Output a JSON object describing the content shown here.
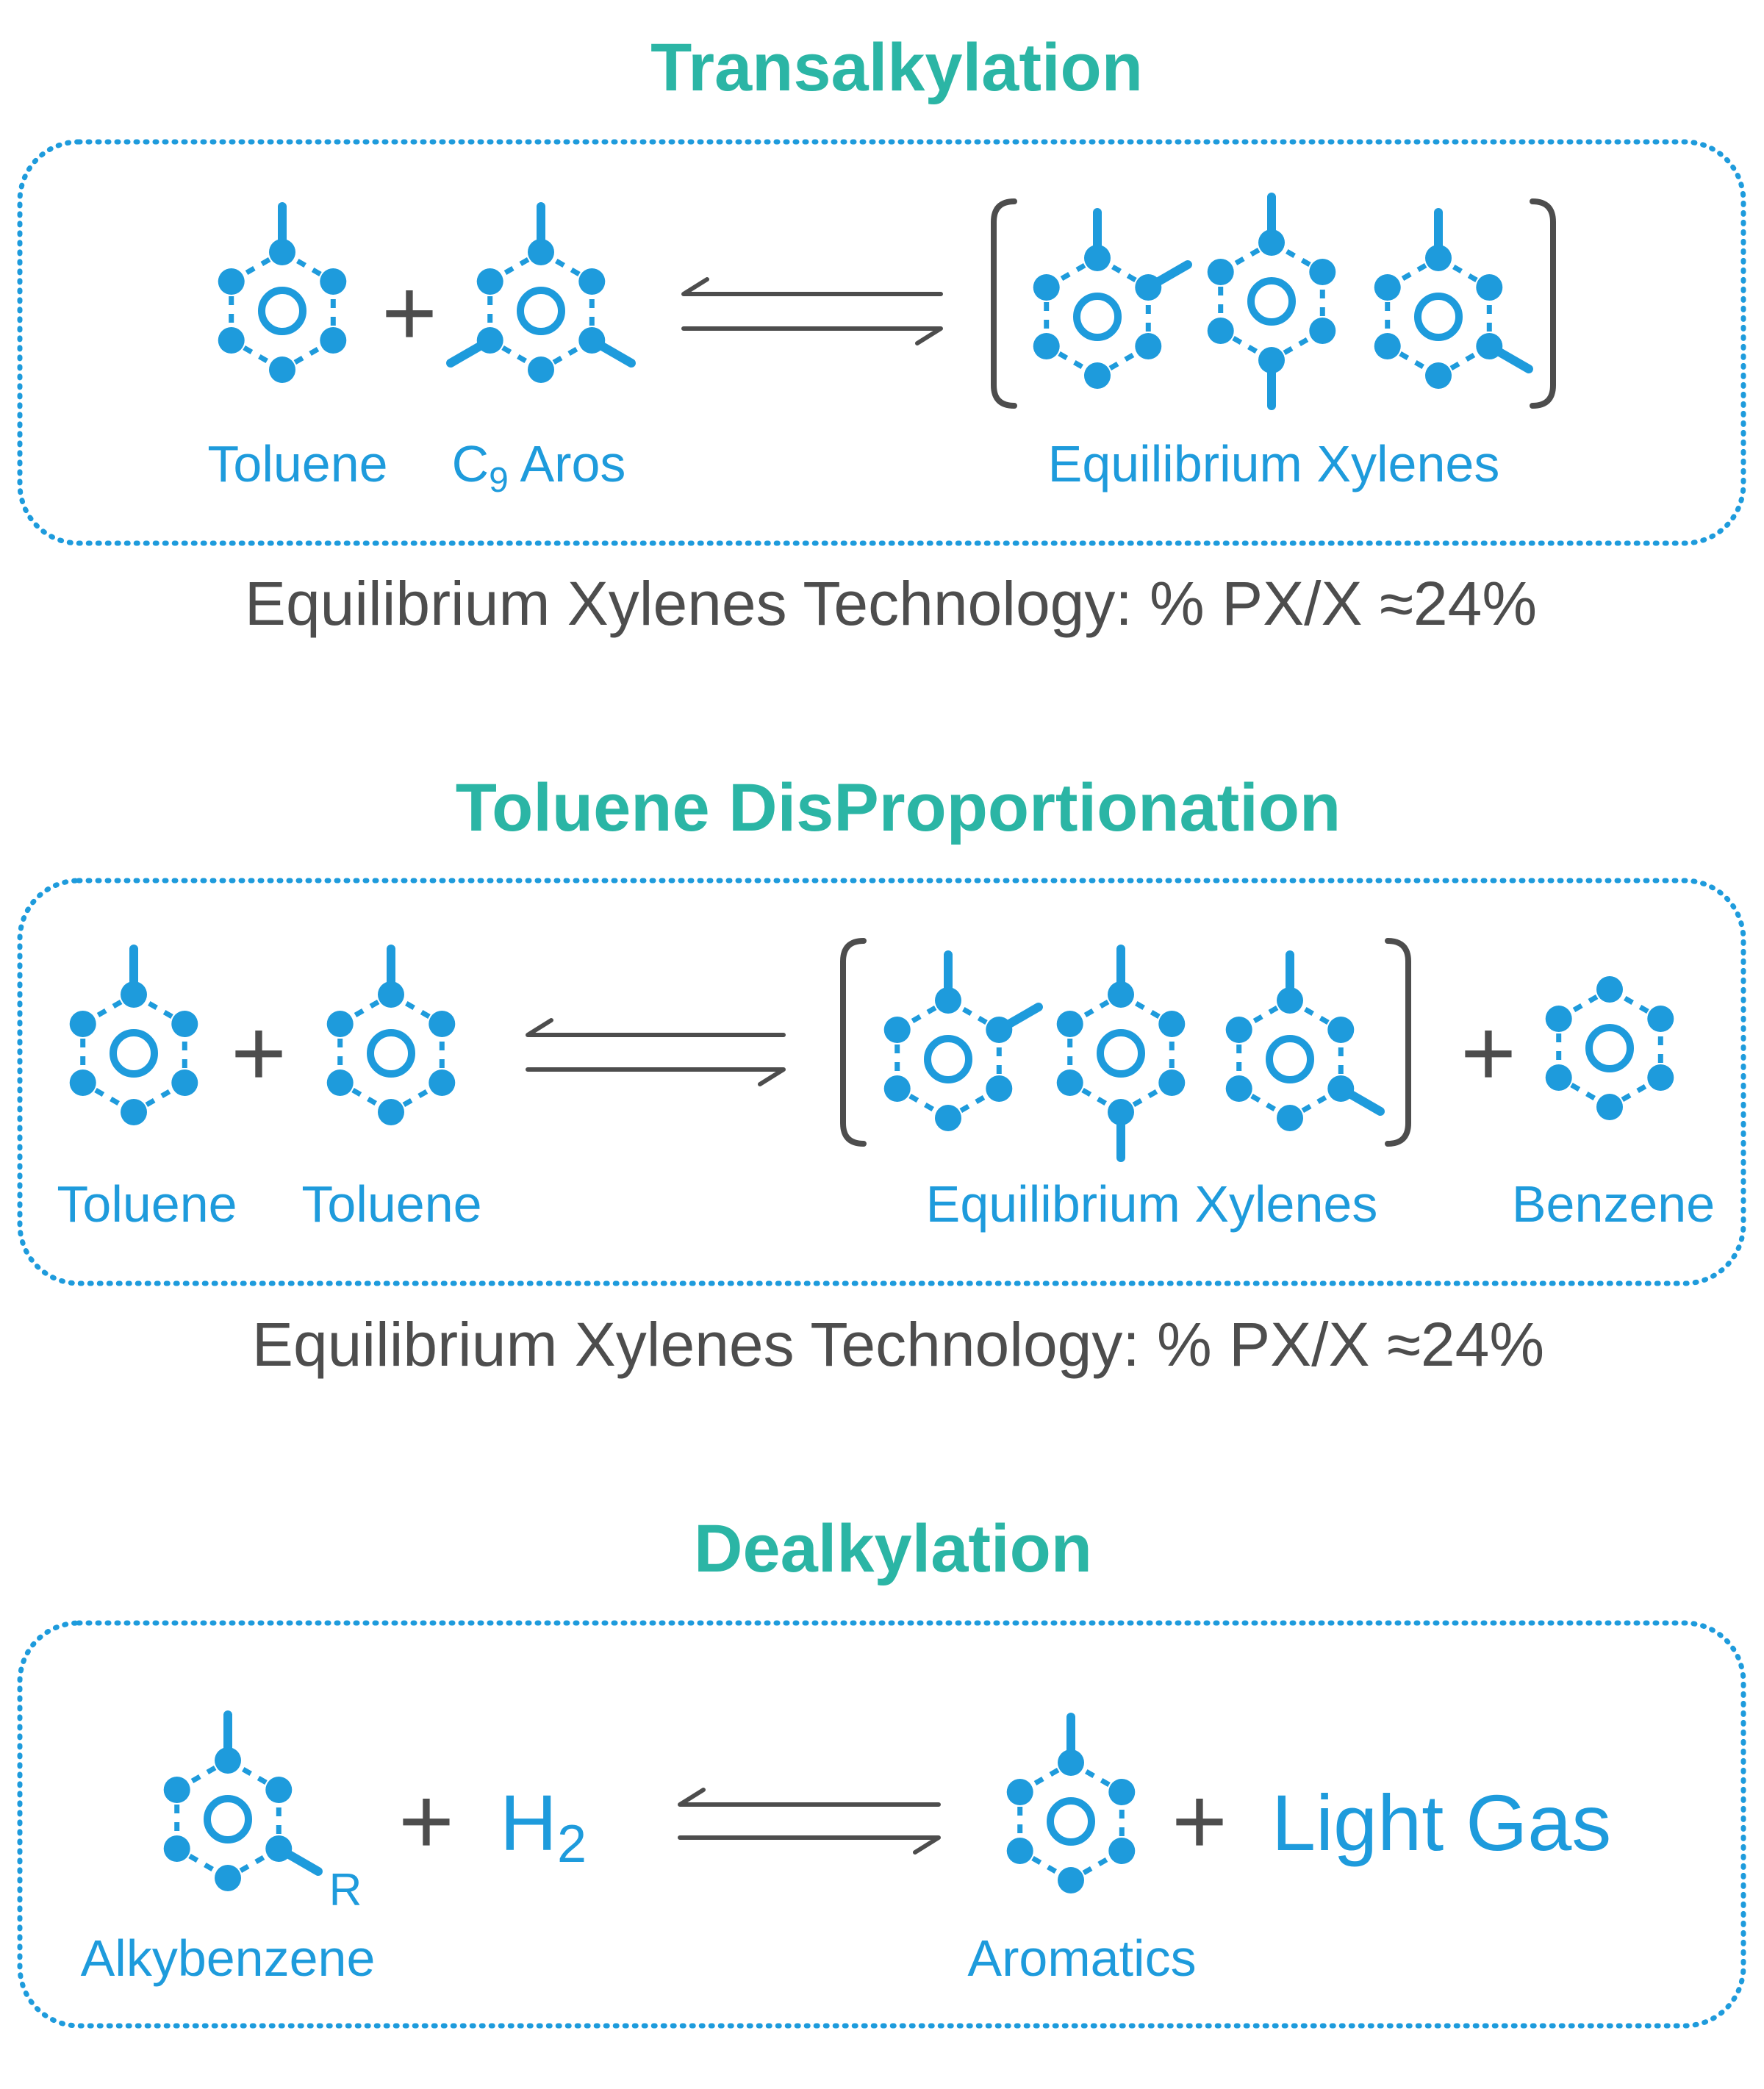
{
  "colors": {
    "title": "#2BB5A5",
    "molecule": "#1E9BDC",
    "label": "#1E9BDC",
    "frame": "#1E9BDC",
    "dark": "#4D4D4D"
  },
  "transalkylation": {
    "title": "Transalkylation",
    "reactants": [
      {
        "name": "toluene",
        "substituents": [
          "top"
        ],
        "label": "Toluene"
      },
      {
        "name": "c9-aros",
        "substituents": [
          "top",
          "lower-left",
          "lower-right"
        ],
        "label_main": "C",
        "label_sub": "9",
        "label_tail": " Aros"
      }
    ],
    "products": [
      {
        "name": "o-xylene",
        "substituents": [
          "top",
          "upper-right"
        ]
      },
      {
        "name": "p-xylene",
        "substituents": [
          "top",
          "bottom"
        ]
      },
      {
        "name": "m-xylene",
        "substituents": [
          "top",
          "lower-right"
        ]
      }
    ],
    "product_label": "Equilibrium Xylenes",
    "caption": "Equilibrium Xylenes Technology: % PX/X ≈24%"
  },
  "disproportionation": {
    "title": "Toluene DisProportionation",
    "reactants": [
      {
        "name": "toluene-1",
        "substituents": [
          "top"
        ],
        "label": "Toluene"
      },
      {
        "name": "toluene-2",
        "substituents": [
          "top"
        ],
        "label": "Toluene"
      }
    ],
    "products": [
      {
        "name": "o-xylene",
        "substituents": [
          "top",
          "upper-right"
        ]
      },
      {
        "name": "p-xylene",
        "substituents": [
          "top",
          "bottom"
        ]
      },
      {
        "name": "m-xylene",
        "substituents": [
          "top",
          "lower-right"
        ]
      }
    ],
    "product_label": "Equilibrium Xylenes",
    "byproduct": {
      "name": "benzene",
      "substituents": [],
      "label": "Benzene"
    },
    "caption": "Equilibrium Xylenes Technology: % PX/X ≈24%"
  },
  "dealkylation": {
    "title": "Dealkylation",
    "reactant": {
      "name": "alkylbenzene",
      "substituents": [
        "top",
        "lower-right"
      ],
      "r_label": "R",
      "label": "Alkybenzene"
    },
    "h2_main": "H",
    "h2_sub": "2",
    "product": {
      "name": "aromatics",
      "substituents": [
        "top"
      ],
      "label": "Aromatics"
    },
    "light_gas": "Light Gas"
  },
  "plus": "+"
}
